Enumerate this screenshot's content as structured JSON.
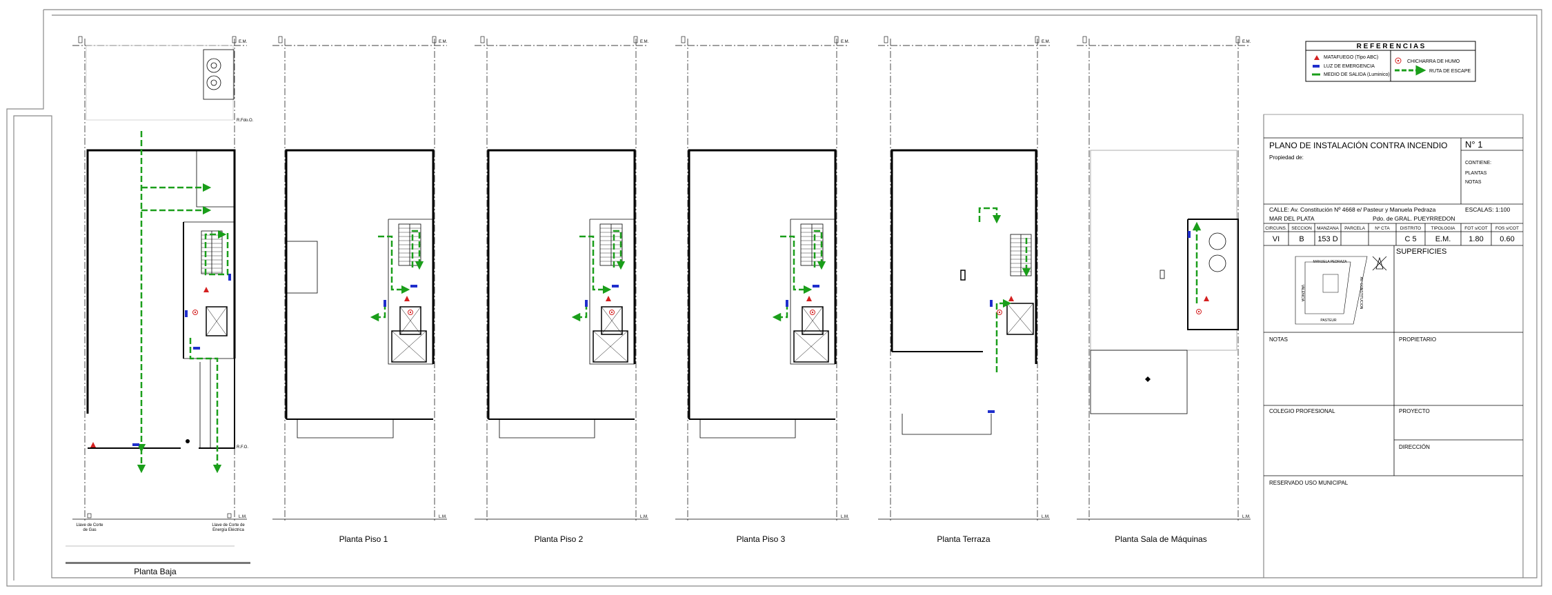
{
  "colors": {
    "wall": "#000000",
    "exit_route": "#1a9e1a",
    "extinguisher": "#d42020",
    "emergency_light": "#1f2ecc",
    "smoke_alarm": "#d42020",
    "frame": "#888888"
  },
  "legend": {
    "title": "R E F E R E N C I A S",
    "items": [
      {
        "icon": "extinguisher-icon",
        "label": "MATAFUEGO (Tipo ABC)"
      },
      {
        "icon": "emergency-light-icon",
        "label": "LUZ DE EMERGENCIA"
      },
      {
        "icon": "exit-route-icon",
        "label": "MEDIO DE SALIDA (Luminico)"
      },
      {
        "icon": "smoke-alarm-icon",
        "label": "CHICHARRA DE HUMO"
      },
      {
        "icon": "escape-arrow-icon",
        "label": "RUTA DE ESCAPE"
      }
    ]
  },
  "plans": [
    {
      "title": "Planta Baja"
    },
    {
      "title": "Planta Piso 1"
    },
    {
      "title": "Planta Piso 2"
    },
    {
      "title": "Planta Piso 3"
    },
    {
      "title": "Planta Terraza"
    },
    {
      "title": "Planta Sala de Máquinas"
    }
  ],
  "annotations": {
    "lm": "L.M.",
    "em": "E.M.",
    "rfo": "R.F.O.",
    "rfdo": "R.Fdo.O.",
    "gas_valve": [
      "Llave de Corte",
      "de Gas"
    ],
    "power_valve": [
      "Llave de Corte de",
      "Energía Eléctrica"
    ]
  },
  "title_block": {
    "title": "PLANO DE INSTALACIÓN CONTRA INCENDIO",
    "sheet_no": "N° 1",
    "owner_label": "Propiedad de:",
    "contents_label": "CONTIENE:",
    "contents": [
      "PLANTAS",
      "NOTAS"
    ],
    "address": "CALLE: Av. Constitución Nº 4668  e/ Pasteur y Manuela Pedraza",
    "scale": "ESCALAS: 1:100",
    "city": "MAR DEL PLATA",
    "partido": "Pdo. de GRAL. PUEYRREDON",
    "cad_headers": [
      "CIRCUNS.",
      "SECCION",
      "MANZANA",
      "PARCELA",
      "Nº CTA",
      "DISTRITO",
      "TIPOLOGIA",
      "FOT s/COT",
      "FOS s/COT"
    ],
    "cad_values": [
      "VI",
      "B",
      "153 D",
      "",
      "",
      "C 5",
      "E.M.",
      "1.80",
      "0.60"
    ],
    "superficies": "SUPERFICIES",
    "map_streets": [
      "MANUELA PEDRAZA",
      "VALENCIA",
      "AV. CONSTITUCION",
      "PASTEUR"
    ],
    "notas": "NOTAS",
    "propietario": "PROPIETARIO",
    "colegio": "COLEGIO PROFESIONAL",
    "proyecto": "PROYECTO",
    "direccion": "DIRECCIÓN",
    "reservado": "RESERVADO USO MUNICIPAL"
  }
}
